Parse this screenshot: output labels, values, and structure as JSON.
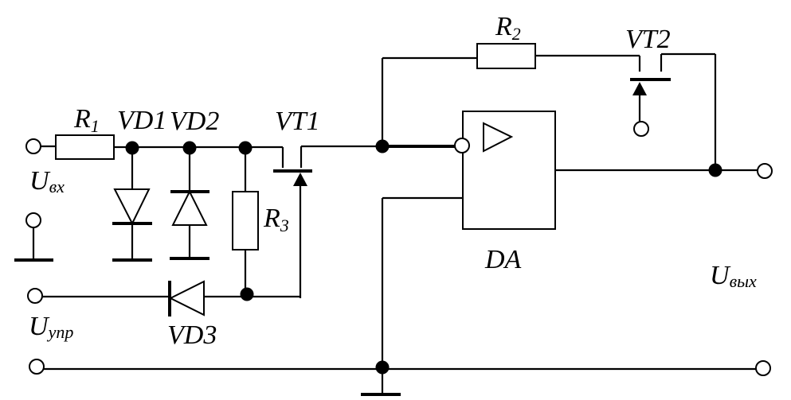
{
  "labels": {
    "r1": "R",
    "r1_sub": "1",
    "r2": "R",
    "r2_sub": "2",
    "r3": "R",
    "r3_sub": "3",
    "vd1": "VD1",
    "vd2": "VD2",
    "vd3": "VD3",
    "vt1": "VT1",
    "vt2": "VT2",
    "da": "DA",
    "u_in": "U",
    "u_in_sub": "вх",
    "u_ctrl": "U",
    "u_ctrl_sub": "упр",
    "u_out": "U",
    "u_out_sub": "вых"
  }
}
